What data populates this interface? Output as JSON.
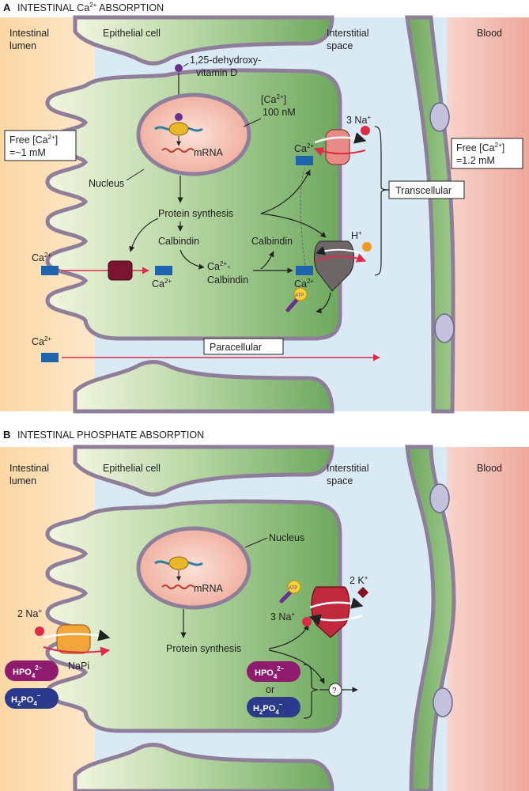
{
  "panel_a": {
    "letter": "A",
    "title_pre": "INTESTINAL Ca",
    "title_sup": "2+",
    "title_post": " ABSORPTION",
    "lumen_1": "Intestinal",
    "lumen_2": "lumen",
    "epithelial": "Epithelial cell",
    "interstitial_1": "Interstitial",
    "interstitial_2": "space",
    "blood": "Blood",
    "vitd_1": "1,25-dehydroxy-",
    "vitd_2": "vitamin D",
    "ca_conc_pre": "[Ca",
    "ca_conc_post": "]",
    "ca_conc_val": "100 nM",
    "free_left_pre": "Free [Ca",
    "free_left_post": "]",
    "free_left_val": "=~1 mM",
    "free_right_pre": "Free [Ca",
    "free_right_post": "]",
    "free_right_val": "=1.2 mM",
    "mrna": "mRNA",
    "nucleus": "Nucleus",
    "protein_synthesis": "Protein synthesis",
    "calbindin_1": "Calbindin",
    "calbindin_2": "Calbindin",
    "ca_complex_1": "Ca",
    "ca_complex_2": "Calbindin",
    "ca": "Ca",
    "sup2": "2+",
    "sup1": "+",
    "na3": "3 Na",
    "h": "H",
    "transcellular": "Transcellular",
    "paracellular": "Paracellular",
    "atp": "ATP"
  },
  "panel_b": {
    "letter": "B",
    "title": "INTESTINAL PHOSPHATE ABSORPTION",
    "lumen_1": "Intestinal",
    "lumen_2": "lumen",
    "epithelial": "Epithelial cell",
    "interstitial_1": "Interstitial",
    "interstitial_2": "space",
    "blood": "Blood",
    "nucleus": "Nucleus",
    "mrna": "mRNA",
    "protein_synthesis": "Protein synthesis",
    "na2": "2 Na",
    "na3": "3 Na",
    "k2": "2 K",
    "sup1": "+",
    "napi": "NaPi",
    "hpo4": "HPO",
    "hpo4_sub": "4",
    "hpo4_sup": "2–",
    "h2po4": "H",
    "h2po4_sub1": "2",
    "h2po4_mid": "PO",
    "h2po4_sub2": "4",
    "h2po4_sup": "–",
    "or": "or",
    "question": "?",
    "atp": "ATP"
  },
  "colors": {
    "lumen": "#fbd9a8",
    "cell": "#8fbf7f",
    "interstitial": "#d5e8f3",
    "blood": "#f2bcb0",
    "membrane": "#8f7e9a",
    "nucleus": "#f1b7a8",
    "ca_ion": "#1d63ad",
    "red_arrow": "#e02a4a",
    "hpo4_pill": "#8e1b6e",
    "h2po4_pill": "#2b3a8a"
  }
}
